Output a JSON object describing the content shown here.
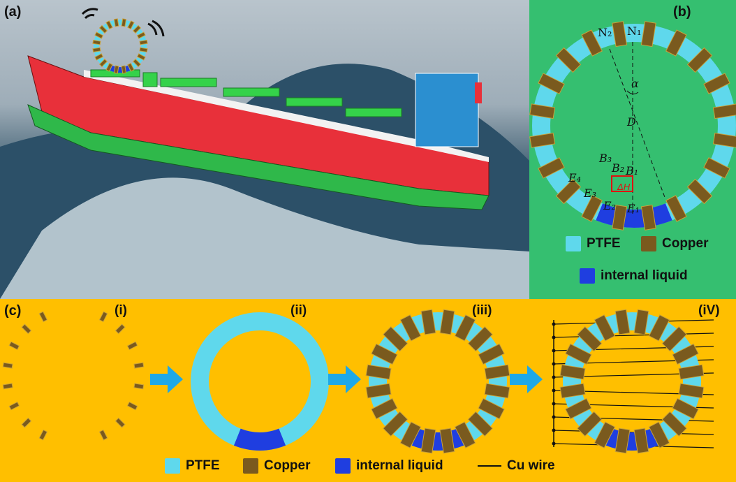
{
  "panel_a": {
    "label": "(a)"
  },
  "panel_b": {
    "label": "(b)",
    "symbols": {
      "n2": "N₂",
      "n1": "N₁",
      "alpha": "α",
      "d": "D",
      "b3": "B₃",
      "b2": "B₂",
      "b1": "B₁",
      "e4": "E₄",
      "e3": "E₃",
      "e2": "E₂",
      "e1": "E₁",
      "dh": "ΔH"
    },
    "legend": {
      "ptfe": "PTFE",
      "copper": "Copper",
      "liquid": "internal liquid"
    }
  },
  "panel_c": {
    "label": "(c)",
    "steps": [
      "(i)",
      "(ii)",
      "(iii)",
      "(iV)"
    ],
    "legend": {
      "ptfe": "PTFE",
      "copper": "Copper",
      "liquid": "internal liquid",
      "wire": "Cu wire"
    }
  },
  "colors": {
    "ptfe": "#5fd8ec",
    "copper": "#7a5a1e",
    "liquid": "#1f3ee0",
    "green_bg": "#35bf70",
    "orange_bg": "#ffbf00",
    "hull_red": "#e8303a",
    "hull_green": "#2fb84a"
  }
}
